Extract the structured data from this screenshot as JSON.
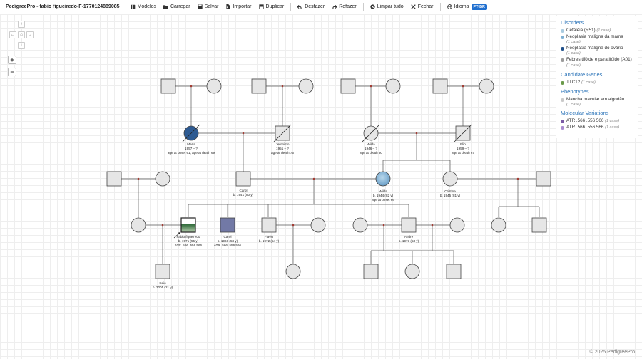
{
  "app": {
    "title": "PedigreePro - fabio figueiredo-F-1770124889085",
    "copyright": "© 2025 PedigreePro."
  },
  "toolbar": {
    "models": "Modelos",
    "load": "Carregar",
    "save": "Salvar",
    "import": "Importar",
    "duplicate": "Duplicar",
    "undo": "Desfazer",
    "redo": "Refazer",
    "clear": "Limpar tudo",
    "close": "Fechar",
    "language": "Idioma",
    "language_code": "PT-BR"
  },
  "canvas_controls": {
    "up": "↑",
    "left": "←",
    "home": "⌂",
    "right": "→",
    "down": "↓",
    "zoom_in": "+",
    "zoom_out": "−"
  },
  "legend": {
    "disorders_title": "Disorders",
    "disorders": [
      {
        "label": "Cefaléia (R51)",
        "count": "(1 case)",
        "color": "#a9cbe0"
      },
      {
        "label": "Neoplasia maligna da mama",
        "count": "(1 case)",
        "color": "#7fb0d3"
      },
      {
        "label": "Neoplasia maligna do ovário",
        "count": "(1 case)",
        "color": "#1f4f8a"
      },
      {
        "label": "Febres tifóide e paratifóide (A01)",
        "count": "(1 case)",
        "color": "#9a9a9a"
      }
    ],
    "genes_title": "Candidate Genes",
    "genes": [
      {
        "label": "TTC12",
        "count": "(1 case)",
        "color": "#6a9a4a"
      }
    ],
    "phenotypes_title": "Phenotypes",
    "phenotypes": [
      {
        "label": "Mancha macular em algodão",
        "count": "(1 case)",
        "color": "#c9c9c9"
      }
    ],
    "variations_title": "Molecular Variations",
    "variations": [
      {
        "label": "ATR .566 .556 566",
        "count": "(1 case)",
        "color": "#7b5aa6"
      },
      {
        "label": "ATR .566 .556 566",
        "count": "(1 case)",
        "color": "#a98bd0"
      }
    ]
  },
  "people": {
    "maria": {
      "name": "Maria",
      "line1": "1957 – ?",
      "line2": "age at onset 61, age at death 69"
    },
    "jeronimo": {
      "name": "Jeronimo",
      "line1": "1951 – ?",
      "line2": "age at death 75"
    },
    "wilda_gp": {
      "name": "Wilda",
      "line1": "1946 – ?",
      "line2": "age at death 80"
    },
    "elio": {
      "name": "Elio",
      "line1": "1959 – ?",
      "line2": "age at death 67"
    },
    "carol_parent": {
      "name": "Carol",
      "line1": "b. 1941 (80 y)"
    },
    "wilda": {
      "name": "Wilda",
      "line1": "b. 1944 (82 y)",
      "line2": "age at onset 66"
    },
    "cristina": {
      "name": "Cristina",
      "line1": "b. 1945 (81 y)"
    },
    "fabio": {
      "name": "Fabio figueiredo",
      "line1": "b. 1971 (55 y)",
      "line2": "ATR .566 .556 566"
    },
    "carol": {
      "name": "Carol",
      "line1": "b. 1968 (58 y)",
      "line2": "ATR .566 .556 566"
    },
    "flavio": {
      "name": "Flavio",
      "line1": "b. 1972 (54 y)"
    },
    "andre": {
      "name": "Andre",
      "line1": "b. 1973 (53 y)"
    },
    "caio": {
      "name": "Caio",
      "line1": "b. 2005 (21 y)"
    }
  }
}
